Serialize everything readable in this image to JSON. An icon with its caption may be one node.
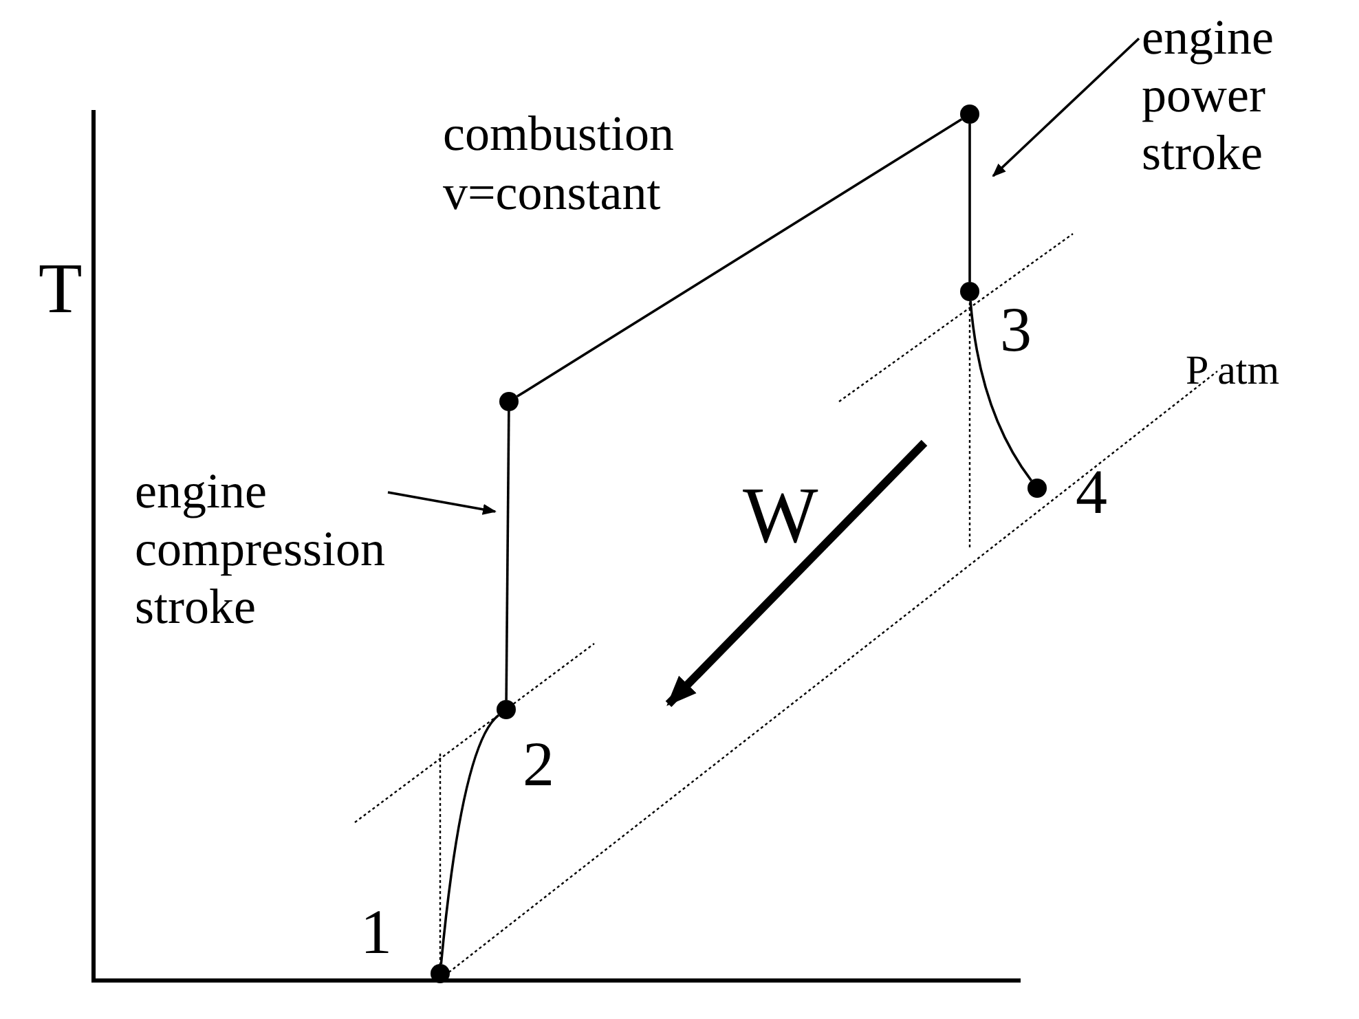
{
  "diagram": {
    "nodes": [
      {
        "text": [],
        "shape": "circle",
        "beside": [
          "1"
        ]
      },
      {
        "text": [],
        "shape": "circle",
        "beside": [
          "2"
        ]
      },
      {
        "text": [],
        "shape": "circle"
      },
      {
        "text": [],
        "shape": "circle"
      },
      {
        "text": [],
        "shape": "circle",
        "beside": [
          "3"
        ]
      },
      {
        "text": [],
        "shape": "circle",
        "beside": [
          "4"
        ]
      },
      {
        "text": [
          "engine compression stroke"
        ]
      },
      {
        "text": [
          "engine power stroke"
        ]
      }
    ],
    "edges": [
      {
        "from": 0,
        "to": 1,
        "arrow": "none"
      },
      {
        "from": 1,
        "to": 2,
        "arrow": "none"
      },
      {
        "from": 2,
        "to": 3,
        "arrow": "none"
      },
      {
        "from": 3,
        "to": 4,
        "arrow": "none"
      },
      {
        "from": 4,
        "to": 5,
        "arrow": "none"
      },
      {
        "from": 6,
        "to": null,
        "arrow": "to"
      },
      {
        "from": 7,
        "to": null,
        "arrow": "to"
      }
    ],
    "labels": [
      "combustion v=constant",
      "T",
      "P atm",
      "W"
    ]
  }
}
